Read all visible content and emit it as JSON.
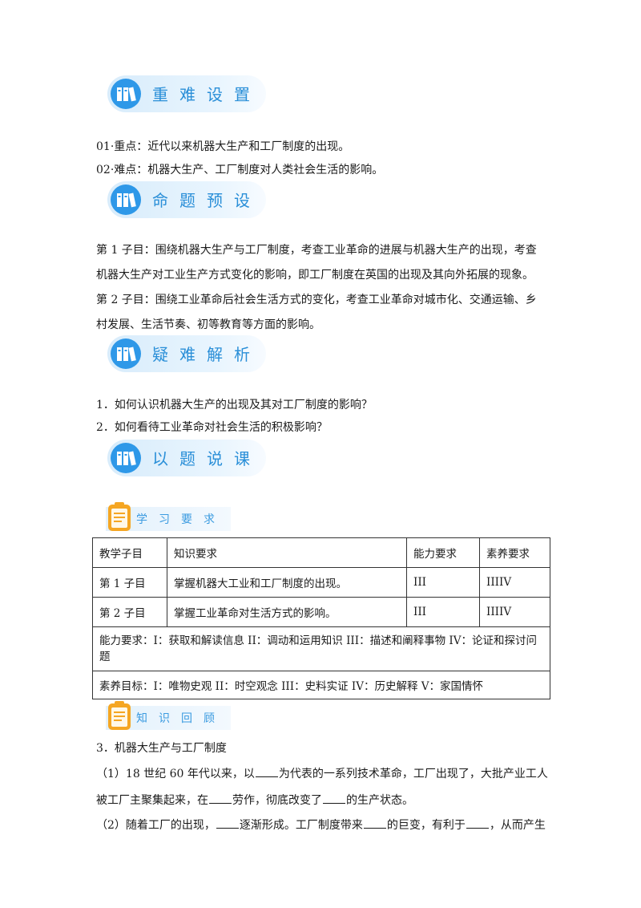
{
  "sections": {
    "s1": {
      "title": "重难设置",
      "icon": "books-icon"
    },
    "s2": {
      "title": "命题预设",
      "icon": "books-icon"
    },
    "s3": {
      "title": "疑难解析",
      "icon": "books-icon"
    },
    "s4": {
      "title": "以题说课",
      "icon": "books-icon"
    }
  },
  "subsections": {
    "x1": {
      "title": "学习要求",
      "icon": "clipboard-icon"
    },
    "x2": {
      "title": "知识回顾",
      "icon": "clipboard-icon"
    }
  },
  "key_points": {
    "p1": "01·重点：近代以来机器大生产和工厂制度的出现。",
    "p2": "02·难点：机器大生产、工厂制度对人类社会生活的影响。"
  },
  "preset": {
    "l1": "第 1 子目：围绕机器大生产与工厂制度，考查工业革命的进展与机器大生产的出现，考查",
    "l2": "机器大生产对工业生产方式变化的影响，即工厂制度在英国的出现及其向外拓展的现象。",
    "l3": "第 2 子目：围绕工业革命后社会生活方式的变化，考查工业革命对城市化、交通运输、乡",
    "l4": "村发展、生活节奏、初等教育等方面的影响。"
  },
  "questions": {
    "q1": "1．如何认识机器大生产的出现及其对工厂制度的影响？",
    "q2": "2．如何看待工业革命对社会生活的积极影响？"
  },
  "table": {
    "headers": [
      "教学子目",
      "知识要求",
      "能力要求",
      "素养要求"
    ],
    "rows": [
      [
        "第 1 子目",
        "掌握机器大工业和工厂制度的出现。",
        "III",
        "IIIIV"
      ],
      [
        "第 2 子目",
        "掌握工业革命对生活方式的影响。",
        "III",
        "IIIIV"
      ]
    ],
    "ability_note": "能力要求：I：获取和解读信息 II：调动和运用知识 III：描述和阐释事物 IV：论证和探讨问题",
    "literacy_note": "素养目标：I：唯物史观 II：时空观念 III：史料实证 IV：历史解释 V：家国情怀"
  },
  "review": {
    "heading": "3．机器大生产与工厂制度",
    "l1a": "（1）18 世纪 60 年代以来，以",
    "l1b": "为代表的一系列技术革命，工厂出现了，大批产业工人",
    "l2a": "被工厂主聚集起来，在",
    "l2b": "劳作，彻底改变了",
    "l2c": "的生产状态。",
    "l3a": "（2）随着工厂的出现，",
    "l3b": "逐渐形成。工厂制度带来",
    "l3c": "的巨变，有利于",
    "l3d": "，从而产生"
  },
  "colors": {
    "banner_blue": "#2e98e8",
    "title_blue": "#2a8fd8",
    "clipboard_orange": "#f5a623"
  }
}
